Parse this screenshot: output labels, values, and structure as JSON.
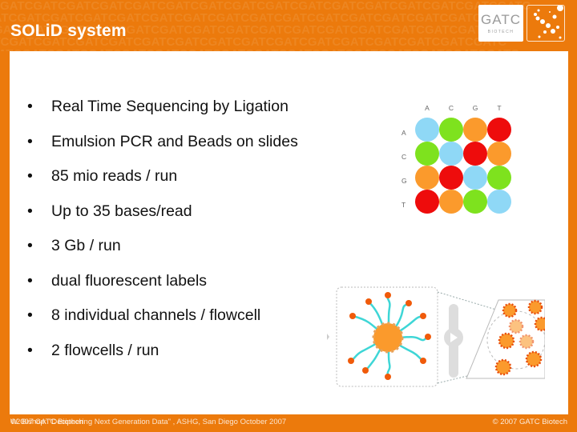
{
  "header": {
    "title": "SOLiD system",
    "background_pattern_text": "GATCGATCGATCGATCGATCGATCGATCGATCGATCGATCGATCGATCGATCGATCGATCGATC",
    "logo": {
      "line1": "GATC",
      "line2": "BIOTECH"
    }
  },
  "colors": {
    "brand_orange": "#ec7a0c",
    "content_bg": "#ffffff"
  },
  "bullets": [
    "Real Time Sequencing by Ligation",
    "Emulsion PCR and Beads on slides",
    "85 mio reads / run",
    "Up to 35 bases/read",
    "3 Gb / run",
    "dual fluorescent labels",
    "8 individual channels / flowcell",
    "2 flowcells / run"
  ],
  "color_matrix": {
    "columns": [
      "A",
      "C",
      "G",
      "T"
    ],
    "rows": [
      "A",
      "C",
      "G",
      "T"
    ],
    "cells": [
      [
        "blue",
        "green",
        "orange",
        "red"
      ],
      [
        "green",
        "blue",
        "red",
        "orange"
      ],
      [
        "orange",
        "red",
        "blue",
        "green"
      ],
      [
        "red",
        "orange",
        "green",
        "blue"
      ]
    ],
    "palette": {
      "blue": "#8fd8f6",
      "green": "#7ee21e",
      "orange": "#fb9a2c",
      "red": "#ee0c0c"
    }
  },
  "footer": {
    "left_overlay_a": "©2007 GATC Biotech",
    "left_overlay_b": "W. Bishop: \"Deciphering Next Generation Data\" , ASHG, San Diego October 2007",
    "right": "© 2007 GATC Biotech"
  }
}
